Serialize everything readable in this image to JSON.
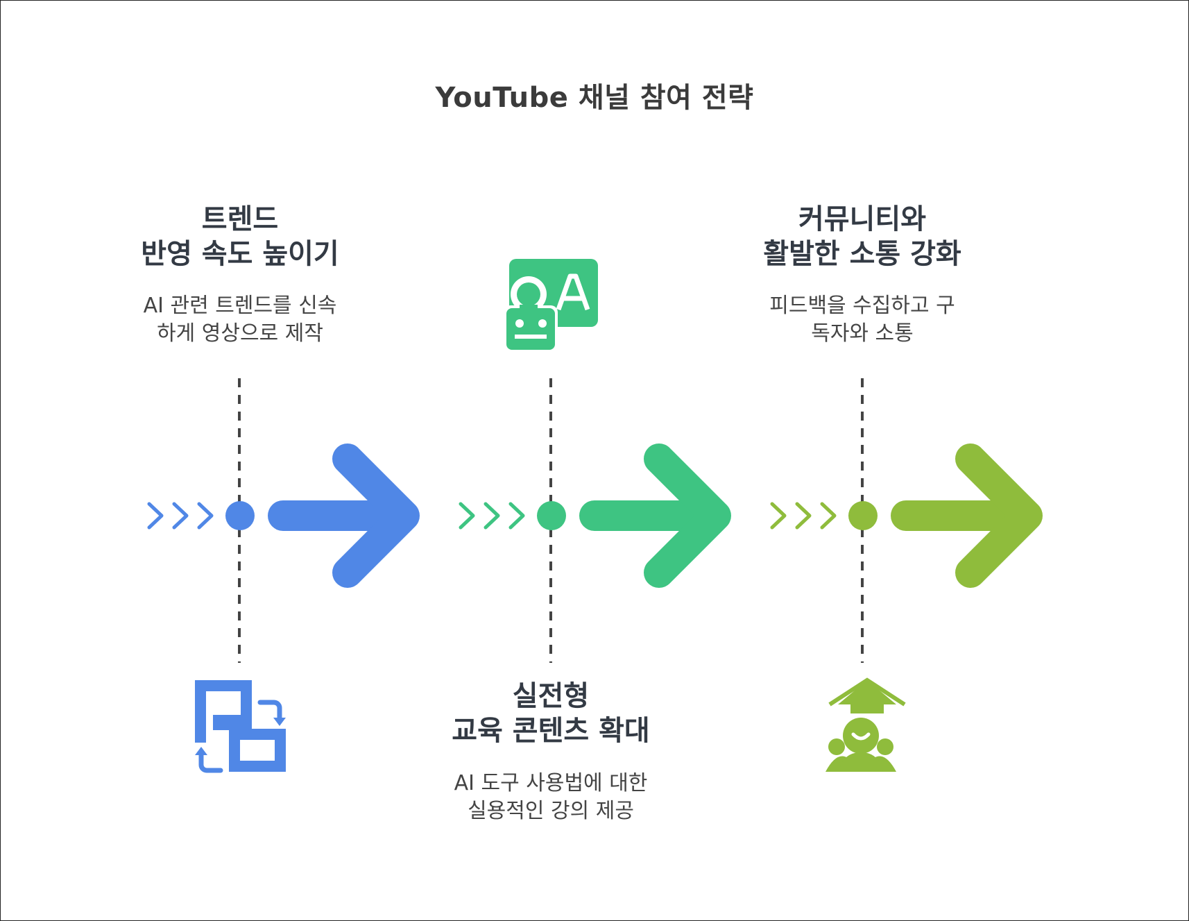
{
  "title": "YouTube 채널 참여 전략",
  "colors": {
    "blue": "#5087e6",
    "green": "#3ec482",
    "olive": "#8fbc3c",
    "text_dark": "#333a44",
    "text_body": "#444444"
  },
  "stages": [
    {
      "title_lines": [
        "트렌드",
        "반영 속도 높이기"
      ],
      "desc_lines": [
        "AI 관련 트렌드를 신속",
        "하게 영상으로 제작"
      ],
      "color": "#5087e6",
      "icon": "layout-swap-icon",
      "text_position": "top"
    },
    {
      "title_lines": [
        "실전형",
        "교육 콘텐츠 확대"
      ],
      "desc_lines": [
        "AI 도구 사용법에 대한",
        "실용적인 강의 제공"
      ],
      "color": "#3ec482",
      "icon": "robot-translate-icon",
      "text_position": "bottom"
    },
    {
      "title_lines": [
        "커뮤니티와",
        "활발한 소통 강화"
      ],
      "desc_lines": [
        "피드백을 수집하고 구",
        "독자와 소통"
      ],
      "color": "#8fbc3c",
      "icon": "community-growth-icon",
      "text_position": "top"
    }
  ]
}
